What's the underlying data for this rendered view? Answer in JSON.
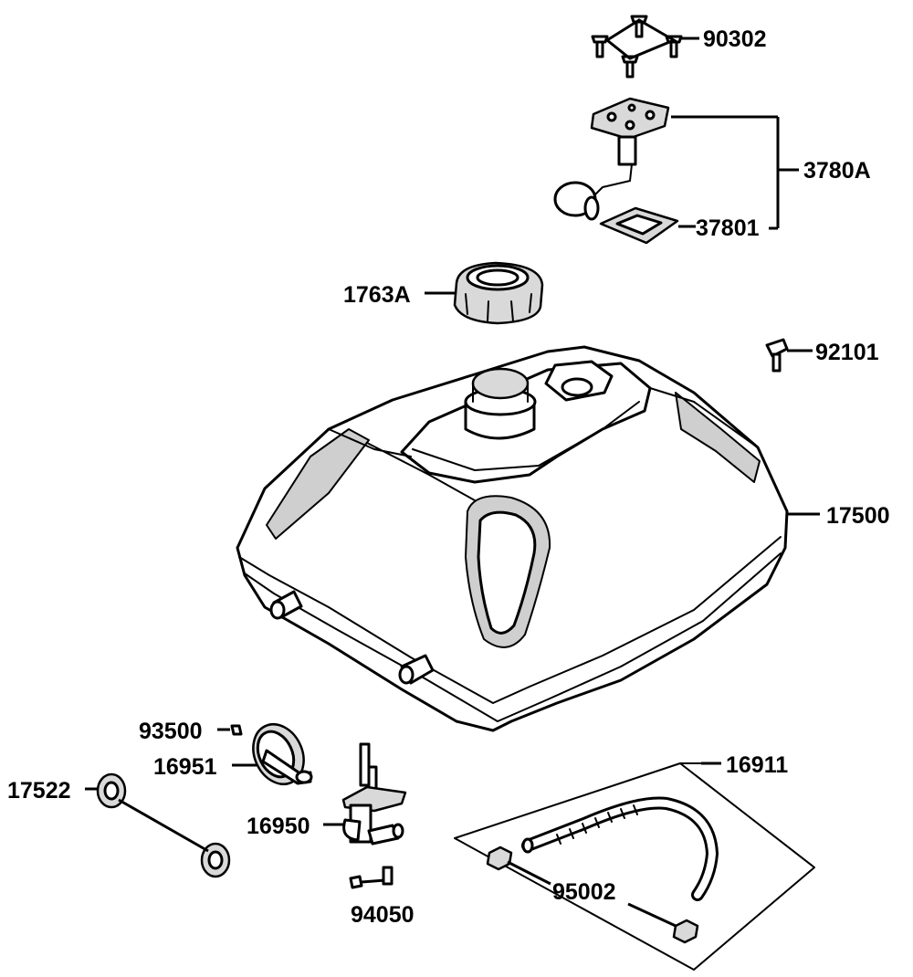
{
  "parts": {
    "p90302": "90302",
    "p3780A": "3780A",
    "p37801": "37801",
    "p1763A": "1763A",
    "p92101": "92101",
    "p17500": "17500",
    "p93500": "93500",
    "p16951": "16951",
    "p17522": "17522",
    "p16950": "16950",
    "p16911": "16911",
    "p95002": "95002",
    "p94050": "94050"
  }
}
